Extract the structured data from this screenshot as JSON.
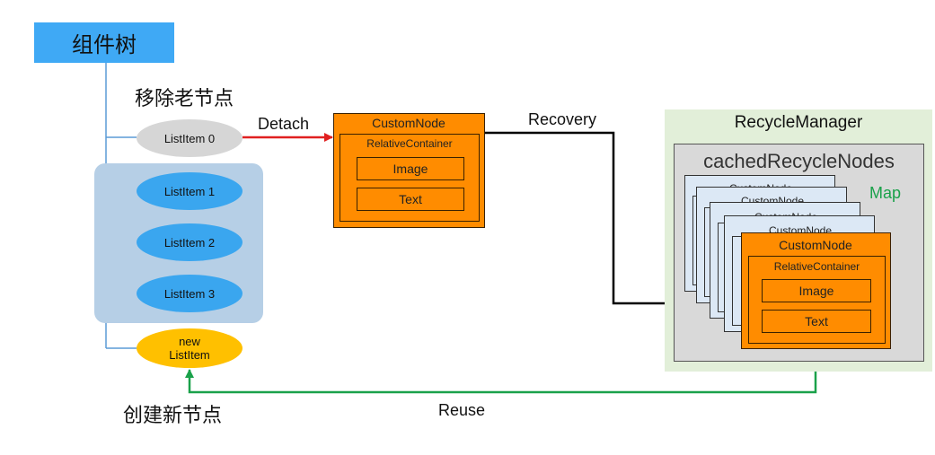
{
  "title": "组件树",
  "remove_old_label": "移除老节点",
  "create_new_label": "创建新节点",
  "list_items": [
    {
      "label": "ListItem 0"
    },
    {
      "label": "ListItem 1"
    },
    {
      "label": "ListItem 2"
    },
    {
      "label": "ListItem 3"
    }
  ],
  "new_item": {
    "line1": "new",
    "line2": "ListItem"
  },
  "edges": {
    "detach": "Detach",
    "recovery": "Recovery",
    "reuse": "Reuse"
  },
  "custom_node": {
    "title": "CustomNode",
    "container": "RelativeContainer",
    "image": "Image",
    "text": "Text"
  },
  "recycle_manager": {
    "title": "RecycleManager",
    "cache_title": "cachedRecycleNodes",
    "map_label": "Map"
  },
  "colors": {
    "title_blue": "#3fa9f5",
    "item_blue": "#3aa6ef",
    "item_gray": "#d6d6d6",
    "new_item_yellow": "#ffc000",
    "node_orange": "#ff8c00",
    "detach_arrow": "#e02020",
    "recovery_arrow": "#000000",
    "reuse_arrow": "#1aa14a",
    "tree_line": "#5b9bd5",
    "manager_bg": "#e2efd9",
    "cache_bg": "#d9d9d9"
  }
}
